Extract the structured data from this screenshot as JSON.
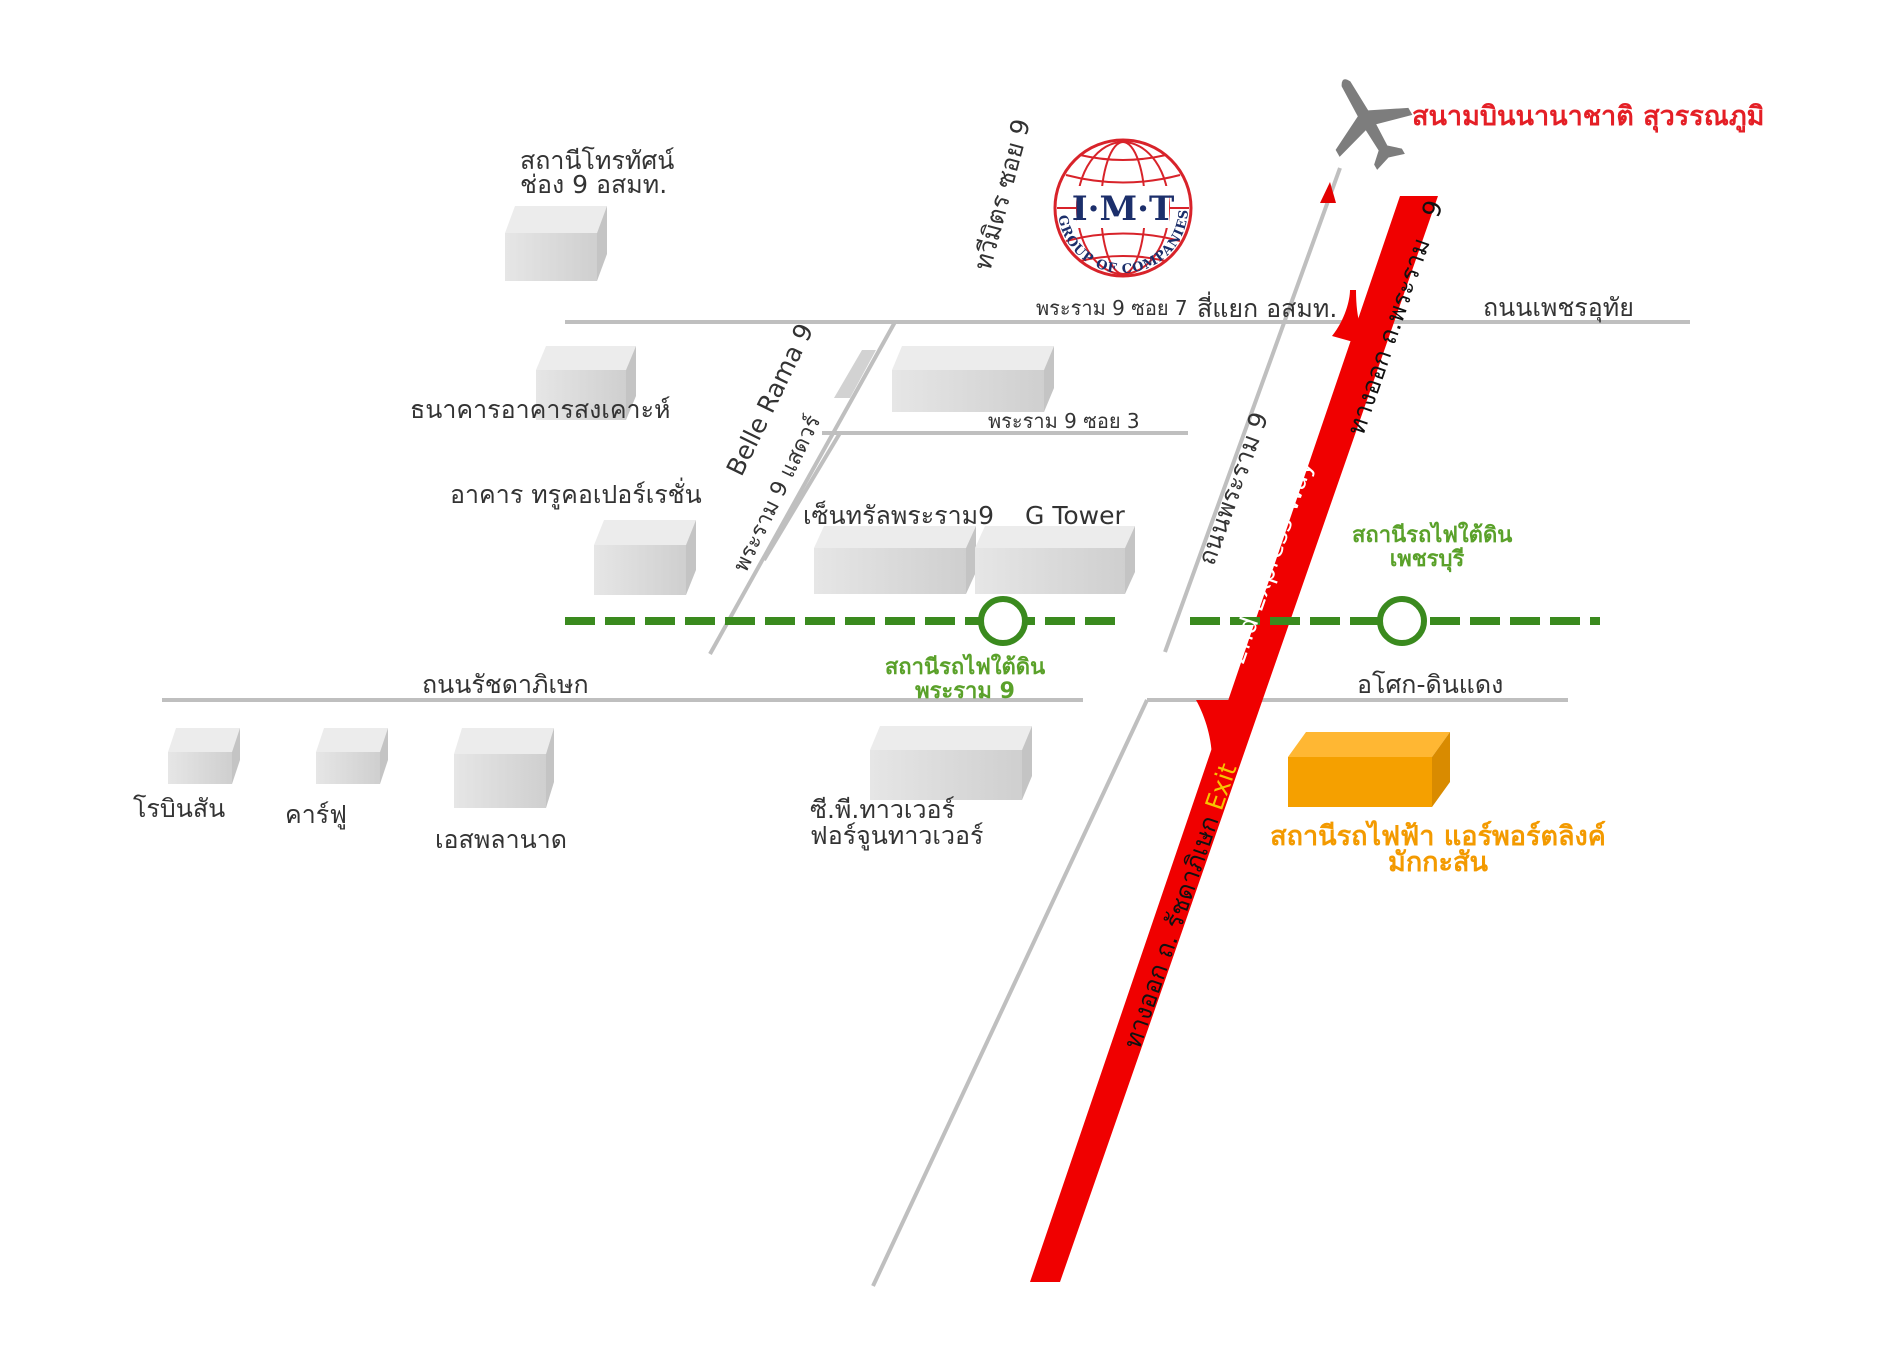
{
  "airport_label": "สนามบินนานาชาติ สุวรรณภูมิ",
  "logo": {
    "initials": "I·M·T",
    "ring_text": "GROUP OF COMPANIES"
  },
  "labels": {
    "tv_station_line1": "สถานีโทรทัศน์",
    "tv_station_line2": "ช่อง 9 อสมท.",
    "bank": "ธนาคารอาคารสงเคาะห์",
    "true_tower": "อาคาร ทรูคอเปอร์เรชั่น",
    "central": "เซ็นทรัลพระราม9",
    "g_tower": "G Tower",
    "robinson": "โรบินสัน",
    "carrefour": "คาร์ฟู",
    "esplanade": "เอสพลานาด",
    "cp_tower_line1": "ซี.พี.ทาวเวอร์",
    "cp_tower_line2": "ฟอร์จูนทาวเวอร์"
  },
  "roads": {
    "soi7": "พระราม 9 ซอย 7",
    "intersection": "สี่แยก อสมท.",
    "phetchaburi": "ถนนเพชรอุทัย",
    "soi3": "พระราม 9 ซอย 3",
    "ratchada": "ถนนรัชดาภิเษก",
    "asok_dindaeng": "อโศก-ดินแดง",
    "thawimit": "ทวีมิตร ซอย 9",
    "belle_rama": "Belle Rama 9",
    "rama9_saengcharoen": "พระราม 9 แสดวร์",
    "rama9_road": "ถนนพระราม 9"
  },
  "expressway": {
    "exit_rama9_a": "ทางออก ถ.พระราม",
    "exit_rama9_b": "9",
    "name": "2nd Express Way",
    "exit_ratchada_a": "ทางออก ถ. รัชดาภิเษก",
    "exit_word": "Exit"
  },
  "stations": {
    "phetchaburi_line1": "สถานีรถไฟใต้ดิน",
    "phetchaburi_line2": "เพชรบุรี",
    "rama9_line1": "สถานีรถไฟใต้ดิน",
    "rama9_line2": "พระราม 9",
    "airport_link_line1": "สถานีรถไฟฟ้า แอร์พอร์ตลิงค์",
    "airport_link_line2": "มักกะสัน"
  },
  "colors": {
    "expressway": "#f00000",
    "mrt_line": "#3a8a1e",
    "airport_link": "#f39a00",
    "airport_text": "#e41f26",
    "logo_red": "#d8232a",
    "logo_blue": "#1c2f6b",
    "road": "#bfbfbf",
    "building": "#d9d9d9"
  },
  "icons": [
    "airplane-icon",
    "imt-globe-logo",
    "mrt-station-icon"
  ]
}
